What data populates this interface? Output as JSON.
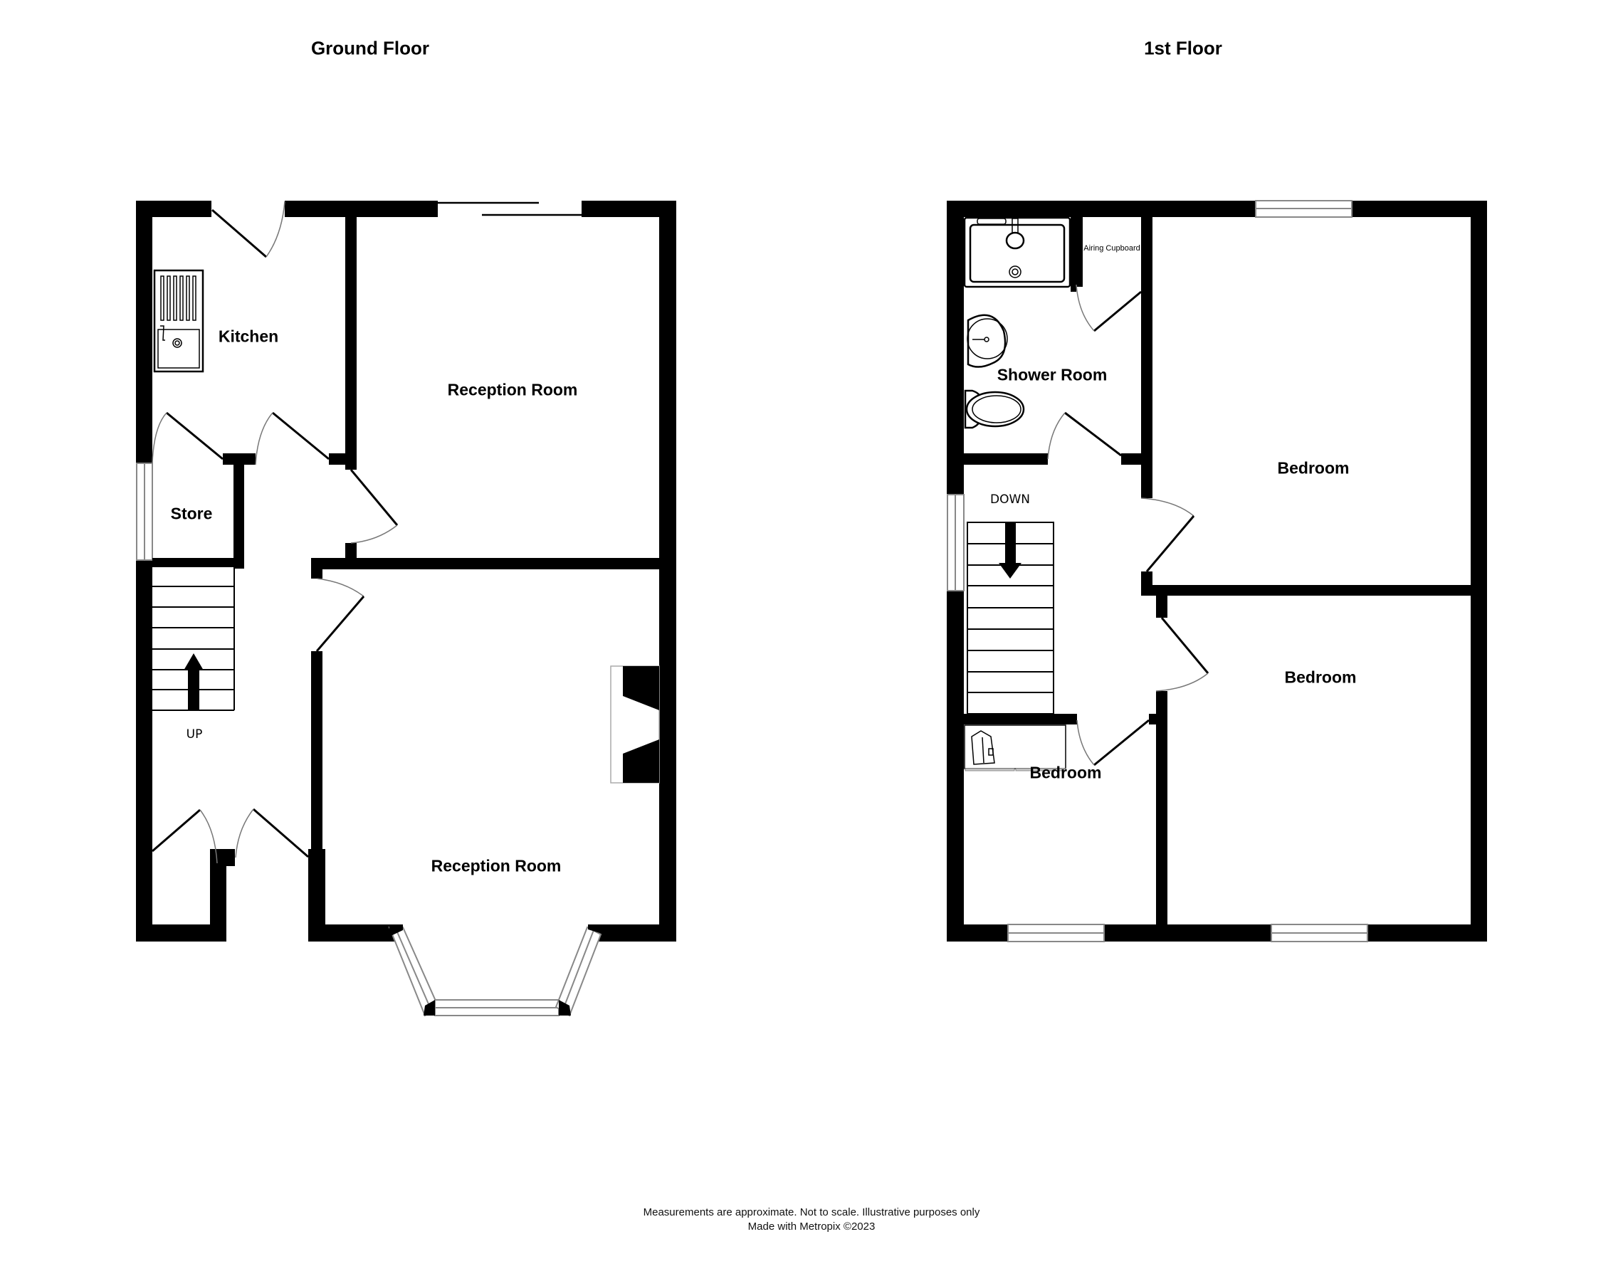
{
  "floors": [
    {
      "title": "Ground Floor",
      "rooms": [
        {
          "name": "Kitchen"
        },
        {
          "name": "Reception Room"
        },
        {
          "name": "Store"
        },
        {
          "name": "Reception Room"
        }
      ],
      "stairs_label": "UP"
    },
    {
      "title": "1st Floor",
      "rooms": [
        {
          "name": "Shower Room"
        },
        {
          "name": "Airing Cupboard"
        },
        {
          "name": "Bedroom"
        },
        {
          "name": "Bedroom"
        },
        {
          "name": "Bedroom"
        }
      ],
      "stairs_label": "DOWN"
    }
  ],
  "footer": {
    "disclaimer": "Measurements are approximate.  Not to scale.  Illustrative purposes only",
    "credit": "Made with Metropix ©2023"
  },
  "colors": {
    "wall": "#000000",
    "window_frame": "#888888",
    "background": "#ffffff"
  }
}
